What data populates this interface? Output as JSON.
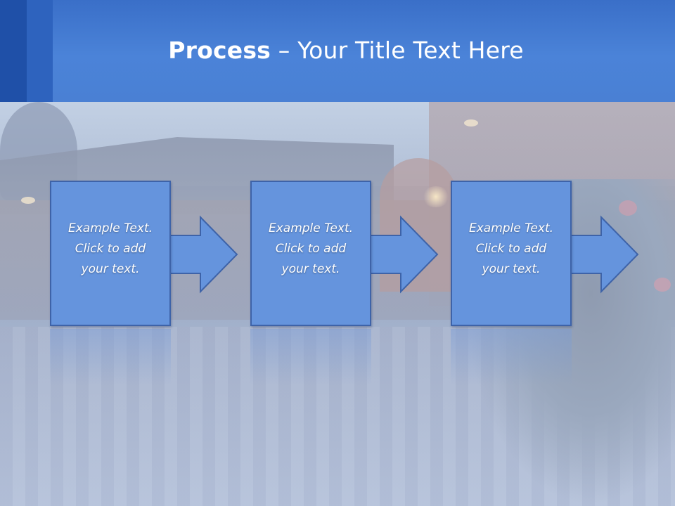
{
  "header": {
    "title_bold": "Process",
    "title_rest": " – Your Title Text Here"
  },
  "steps": [
    {
      "lines": [
        "Example Text.",
        "Click  to add",
        "your text."
      ]
    },
    {
      "lines": [
        "Example Text.",
        "Click  to add",
        "your text."
      ]
    },
    {
      "lines": [
        "Example Text.",
        "Click  to add",
        "your text."
      ]
    }
  ],
  "colors": {
    "header": "#4b83d8",
    "header_dark": "#1f50a8",
    "step_fill": "#6594dd",
    "step_border": "#3e63a8"
  }
}
